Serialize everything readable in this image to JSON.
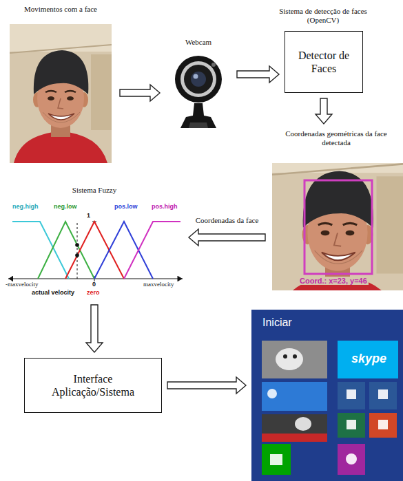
{
  "diagram": {
    "nodes": [
      {
        "text": [
          "Movimentos com a face"
        ]
      },
      {
        "text": [
          "Webcam"
        ]
      },
      {
        "text": [
          "Sistema de detecção de faces (OpenCV)",
          "Detector de Faces"
        ]
      },
      {
        "text": [
          "Coordenadas geométricas da face detectada",
          "Coord.: x=23, y=46"
        ]
      },
      {
        "text": [
          "Sistema Fuzzy"
        ]
      },
      {
        "text": [
          "Interface Aplicação/Sistema"
        ]
      },
      {
        "text": [
          "Iniciar"
        ]
      }
    ],
    "edges": [
      {
        "from": 0,
        "to": 1,
        "arrow": "to"
      },
      {
        "from": 1,
        "to": 2,
        "arrow": "to"
      },
      {
        "from": 2,
        "to": 3,
        "arrow": "to"
      },
      {
        "from": 3,
        "to": 4,
        "label": "Coordenadas da face",
        "arrow": "to"
      },
      {
        "from": 4,
        "to": 5,
        "arrow": "to"
      },
      {
        "from": 5,
        "to": 6,
        "arrow": "to"
      }
    ],
    "labels": [
      "neg.high",
      "neg.low",
      "1",
      "pos.low",
      "pos.high",
      "-maxvelocity",
      "0",
      "maxvelocity",
      "actual velocity",
      "zero",
      "skype"
    ]
  }
}
